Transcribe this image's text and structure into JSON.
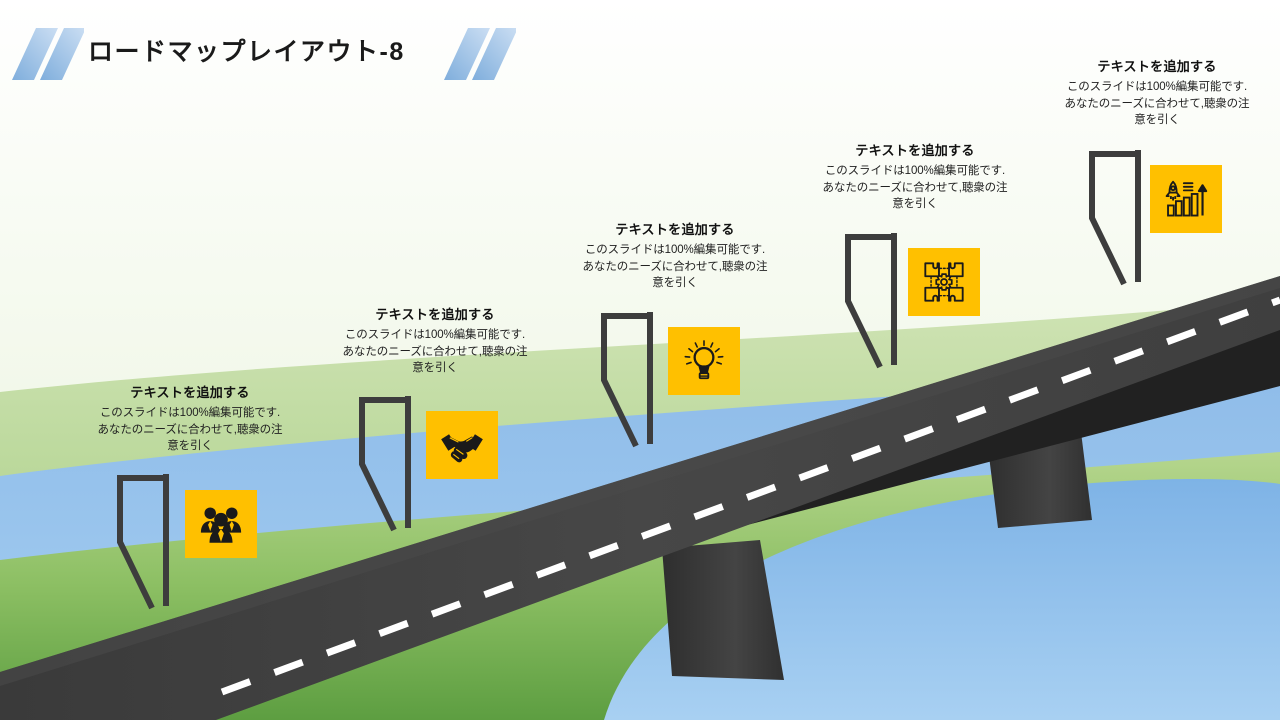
{
  "header": {
    "title": "ロードマップレイアウト-8",
    "decoration_left": "diagonal-slash-decoration",
    "decoration_right": "diagonal-slash-decoration",
    "colors": {
      "deco_dark": "#7FAEDC",
      "deco_light": "#B9D3EE"
    }
  },
  "theme": {
    "icon_box": "#FFC000",
    "icon_glyph": "#1A1A1A",
    "road": "#3F3F3F",
    "road_edge": "#262626",
    "road_dash": "#FFFFFF",
    "pillar": "#3A3A3A",
    "water": "#8CBAE8",
    "grass_top": "#A9CE7F",
    "grass_bottom": "#5E9E42",
    "pole": "#3D3D3D"
  },
  "milestones": [
    {
      "id": "milestone-1",
      "icon": "team-people-icon",
      "heading": "テキストを追加する",
      "body": "このスライドは100%編集可能です.あなたのニーズに合わせて,聴衆の注意を引く"
    },
    {
      "id": "milestone-2",
      "icon": "handshake-icon",
      "heading": "テキストを追加する",
      "body": "このスライドは100%編集可能です.あなたのニーズに合わせて,聴衆の注意を引く"
    },
    {
      "id": "milestone-3",
      "icon": "lightbulb-idea-icon",
      "heading": "テキストを追加する",
      "body": "このスライドは100%編集可能です.あなたのニーズに合わせて,聴衆の注意を引く"
    },
    {
      "id": "milestone-4",
      "icon": "puzzle-gear-icon",
      "heading": "テキストを追加する",
      "body": "このスライドは100%編集可能です.あなたのニーズに合わせて,聴衆の注意を引く"
    },
    {
      "id": "milestone-5",
      "icon": "rocket-growth-chart-icon",
      "heading": "テキストを追加する",
      "body": "このスライドは100%編集可能です.あなたのニーズに合わせて,聴衆の注意を引く"
    }
  ]
}
